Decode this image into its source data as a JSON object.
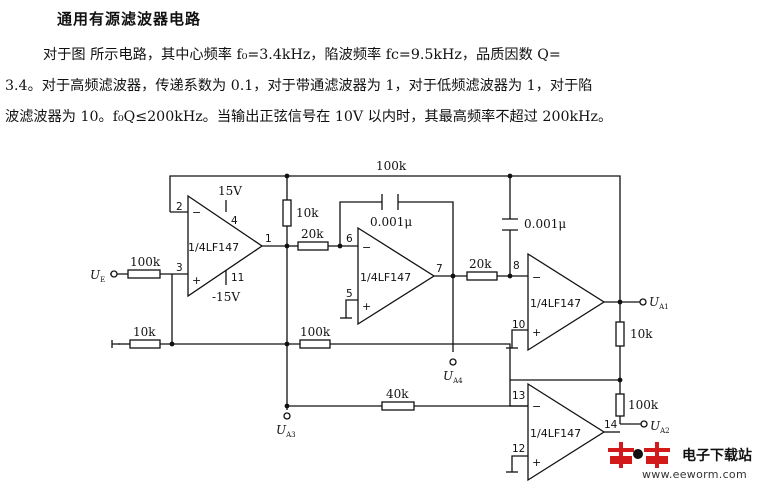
{
  "title": "通用有源滤波器电路",
  "paragraph": {
    "line1": "对于图        所示电路，其中心频率 f₀=3.4kHz，陷波频率 fc=9.5kHz，品质因数 Q=",
    "line2": "3.4。对于高频滤波器，传递系数为 0.1，对于带通滤波器为 1，对于低频滤波器为 1，对于陷",
    "line3": "波滤波器为 10。f₀Q≤200kHz。当输出正弦信号在 10V 以内时，其最高频率不超过 200kHz。"
  },
  "circuit": {
    "opamp_label": "1/4LF147",
    "supply_pos": "15V",
    "supply_neg": "-15V",
    "input_label": "U",
    "input_sub": "E",
    "resistors": {
      "r_input": "100k",
      "r_top_feedback": "100k",
      "r_vertical": "10k",
      "r_int1": "20k",
      "r_int2": "20k",
      "r_bottom_left": "10k",
      "r_bottom_mid": "100k",
      "r_a1": "10k",
      "r_a3": "40k",
      "r_a2_feedback": "100k"
    },
    "capacitors": {
      "c1": "0.001μ",
      "c2": "0.001μ"
    },
    "pins": {
      "u1_inv": "2",
      "u1_noninv": "3",
      "u1_vpos": "4",
      "u1_vneg": "11",
      "u1_out": "1",
      "u2_inv": "6",
      "u2_noninv": "5",
      "u2_out": "7",
      "u3_inv": "8",
      "u3_noninv": "10",
      "u4_inv": "13",
      "u4_noninv": "12",
      "u4_out": "14"
    },
    "outputs": {
      "a1": "U",
      "a1_sub": "A1",
      "a2": "U",
      "a2_sub": "A2",
      "a3": "U",
      "a3_sub": "A3",
      "a4": "U",
      "a4_sub": "A4"
    }
  },
  "watermark": {
    "name": "电子下载站",
    "url": "www.eeworm.com"
  }
}
